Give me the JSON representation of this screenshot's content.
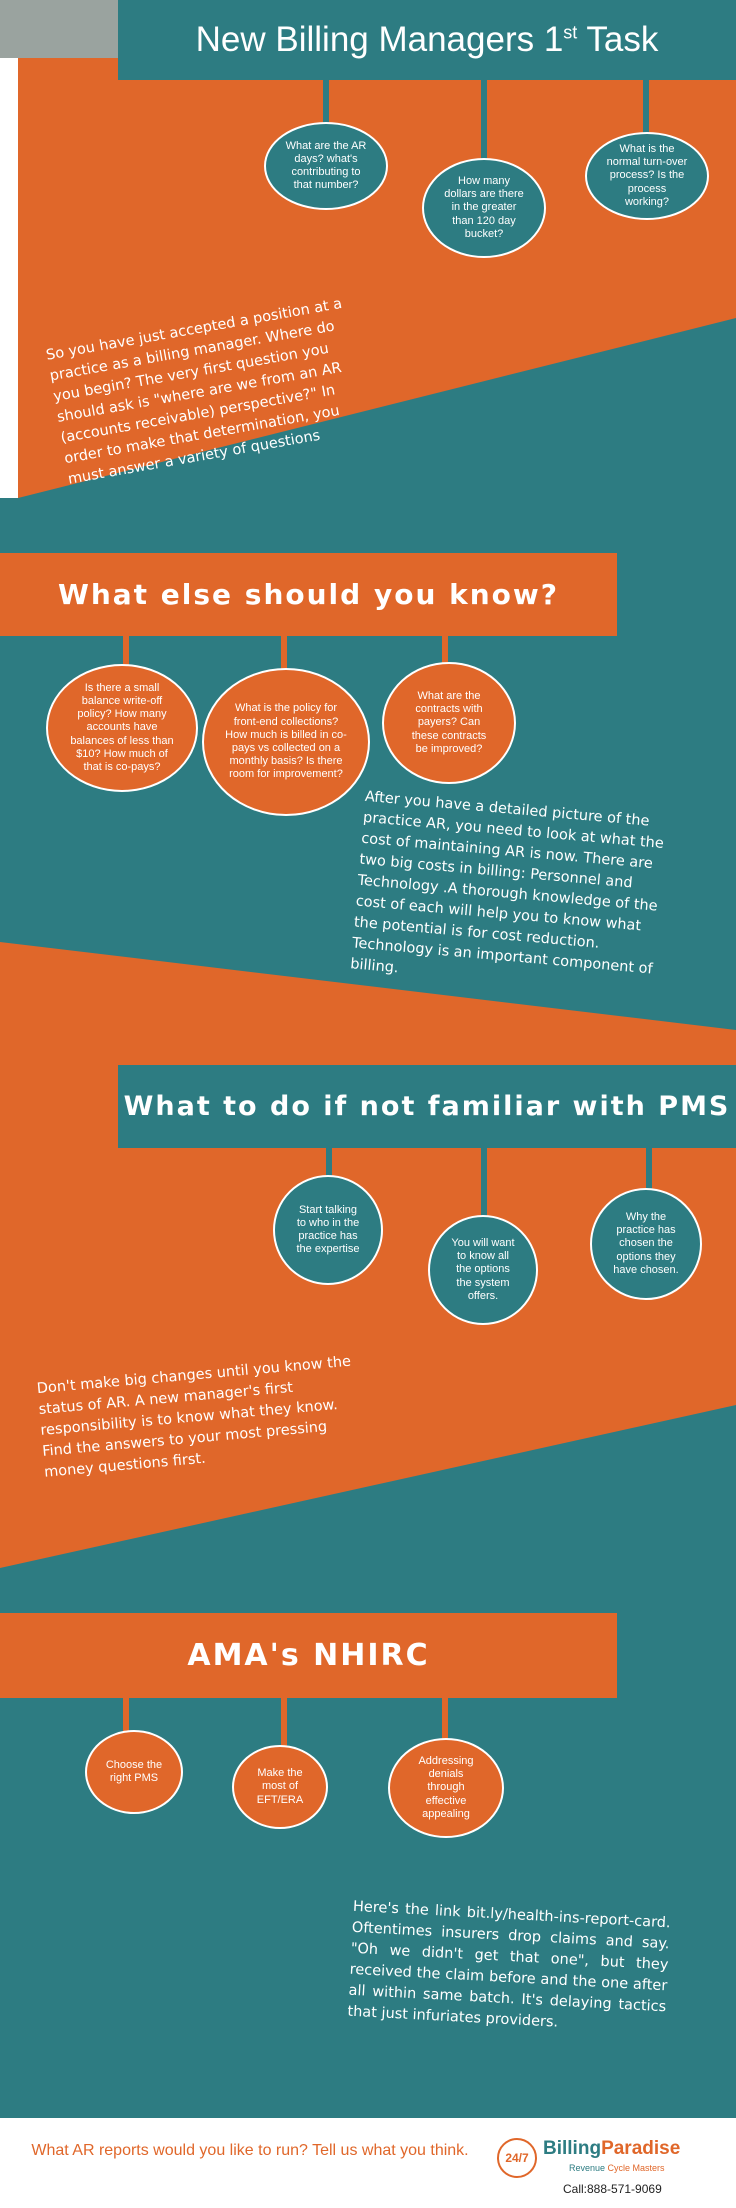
{
  "colors": {
    "teal": "#2d7c82",
    "orange": "#e0672a",
    "white": "#ffffff",
    "gray": "#9aa39f"
  },
  "header": {
    "title_main": "New Billing Managers 1",
    "title_sup": "st",
    "title_end": " Task"
  },
  "section1": {
    "bubbles": [
      "What are the AR days? what's contributing to that number?",
      "How many dollars are there in the greater than 120 day bucket?",
      "What is the normal turn-over process? Is the process working?"
    ],
    "paragraph": "So you have just accepted a position at a practice as a billing manager. Where do you begin? The very first question you should ask is \"where are we from an AR (accounts receivable) perspective?\" In order to make that determination, you must answer a variety of questions"
  },
  "section2": {
    "title": "What else should you know?",
    "bubbles": [
      "Is there a small balance write-off policy? How many accounts have balances of less than $10? How much of that is co-pays?",
      "What is the policy for front-end collections? How much is billed in co-pays vs collected on a monthly basis? Is there room for improvement?",
      "What are the contracts with payers? Can these contracts be improved?"
    ],
    "paragraph": "After you have a detailed picture of the practice AR, you need to look at what the cost of maintaining AR is now. There are two big costs in billing: Personnel and Technology .A thorough knowledge of the cost of each will help you to know what the potential is for cost reduction. Technology is an important component of billing."
  },
  "section3": {
    "title": "What to do if not familiar with PMS",
    "bubbles": [
      "Start talking to who in the practice has the expertise",
      "You will want to know all the options the system offers.",
      "Why the practice has chosen the options they have chosen."
    ],
    "paragraph": "Don't make big changes until you know the status of AR. A new manager's first responsibility is to know what they know. Find the answers to your most pressing money questions first."
  },
  "section4": {
    "title": "AMA's NHIRC",
    "bubbles": [
      "Choose the right PMS",
      "Make the most of EFT/ERA",
      "Addressing denials through effective appealing"
    ],
    "paragraph": "Here's the link bit.ly/health-ins-report-card. Oftentimes insurers drop claims and say. \"Oh we didn't get that one\", but they received the claim before and the one after all within same batch. It's delaying tactics that just infuriates providers."
  },
  "footer": {
    "question": "What AR reports would you like to run? Tell us what you think.",
    "logo_badge": "24/7",
    "logo_name_a": "Billing",
    "logo_name_b": "Paradise",
    "logo_tag_a": "Revenue ",
    "logo_tag_b": "Cycle Masters",
    "call": "Call:888-571-9069"
  }
}
